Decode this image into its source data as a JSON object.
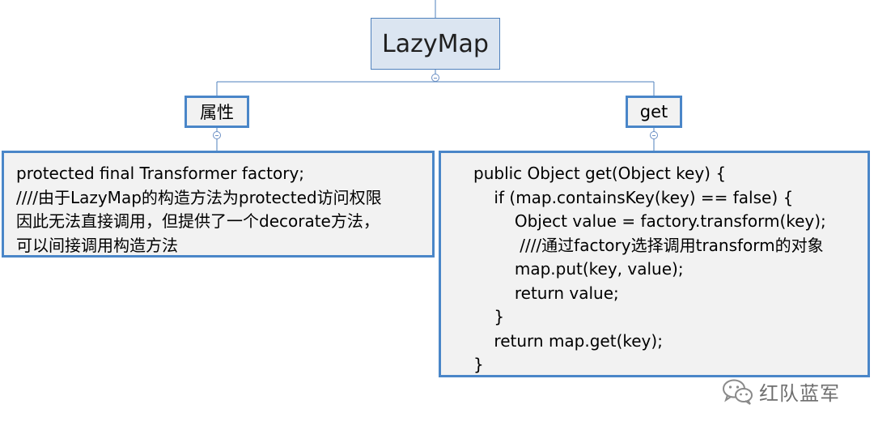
{
  "root": {
    "label": "LazyMap"
  },
  "attributes": {
    "label": "属性",
    "lines": [
      "protected final Transformer factory;",
      "////由于LazyMap的构造方法为protected访问权限",
      "因此无法直接调用，但提供了一个decorate方法，",
      "可以间接调用构造方法"
    ]
  },
  "get_method": {
    "label": "get",
    "lines": [
      "public Object get(Object key) {",
      "    if (map.containsKey(key) == false) {",
      "        Object value = factory.transform(key);",
      "         ////通过factory选择调用transform的对象",
      "        map.put(key, value);",
      "        return value;",
      "    }",
      "    return map.get(key);",
      "}"
    ]
  },
  "watermark": {
    "text": "红队蓝军",
    "icon": "wechat-icon"
  },
  "colors": {
    "root_fill": "#dbe5f1",
    "node_border": "#4a86c8",
    "node_fill": "#f2f2f2",
    "line": "#4f81bd"
  }
}
